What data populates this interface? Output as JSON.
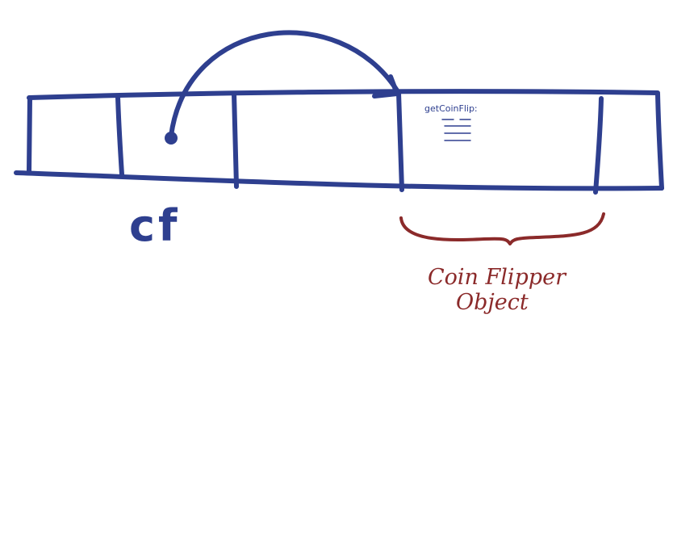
{
  "diagram": {
    "variable_label": "cf",
    "object_label_line1": "Coin Flipper",
    "object_label_line2": "Object",
    "method_label": "getCoinFlip:",
    "colors": {
      "memory": "#2e3f8f",
      "annotation": "#8b2a2a",
      "background": "#ffffff"
    },
    "icons": {
      "reference_arrow": "curved-arrow-icon",
      "reference_dot": "pointer-dot-icon",
      "object_brace": "curly-brace-icon"
    }
  }
}
